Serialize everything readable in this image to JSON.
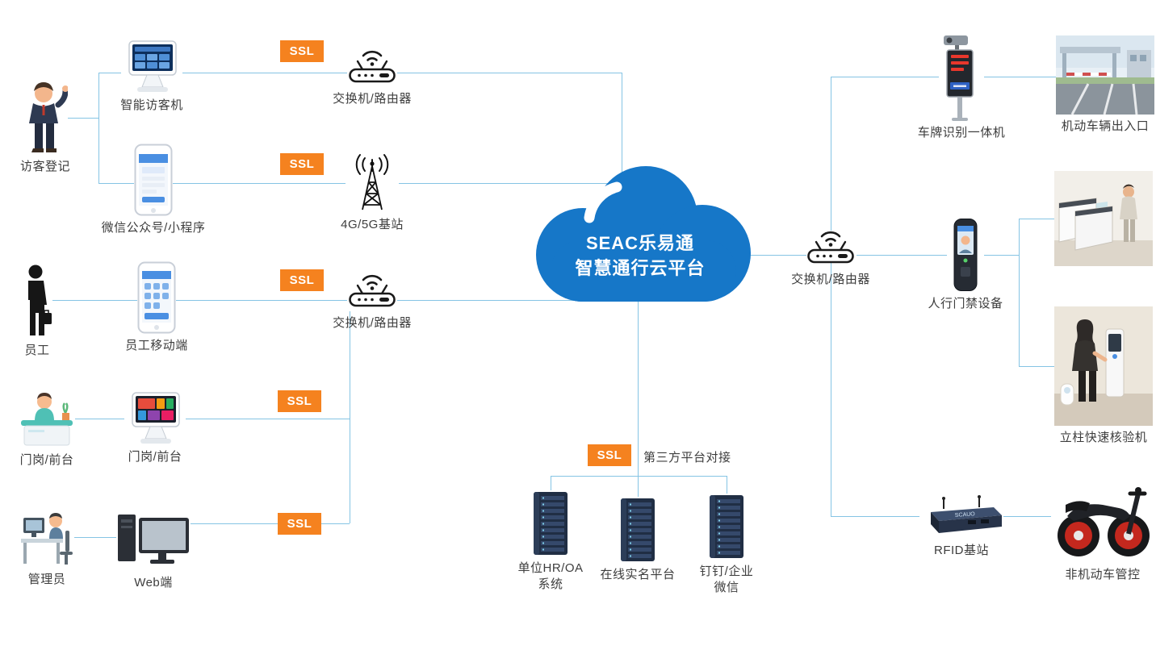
{
  "colors": {
    "cloud_blue": "#1677c8",
    "ssl_orange": "#f5821f",
    "line_blue": "#85c4e4"
  },
  "cloud": {
    "line1": "SEAC乐易通",
    "line2": "智慧通行云平台"
  },
  "badges": {
    "ssl": "SSL"
  },
  "labels": {
    "visitor": "访客登记",
    "visitor_kiosk": "智能访客机",
    "wechat_mini_program": "微信公众号/小程序",
    "router_top": "交换机/路由器",
    "base_station": "4G/5G基站",
    "employee": "员工",
    "employee_mobile": "员工移动端",
    "router_mid": "交换机/路由器",
    "guard_front_desk": "门岗/前台",
    "guard_terminal": "门岗/前台",
    "admin": "管理员",
    "web_client": "Web端",
    "third_party": "第三方平台对接",
    "hr_oa": "单位HR/OA\n系统",
    "realname_platform": "在线实名平台",
    "dingtalk_wecom": "钉钉/企业\n微信",
    "router_right": "交换机/路由器",
    "plate_recognition": "车牌识别一体机",
    "vehicle_entrance": "机动车辆出入口",
    "pedestrian_access": "人行门禁设备",
    "pillar_verifier": "立柱快速核验机",
    "rfid_station": "RFID基站",
    "non_motor_vehicle": "非机动车管控",
    "rfid_brand": "SCAUO"
  }
}
